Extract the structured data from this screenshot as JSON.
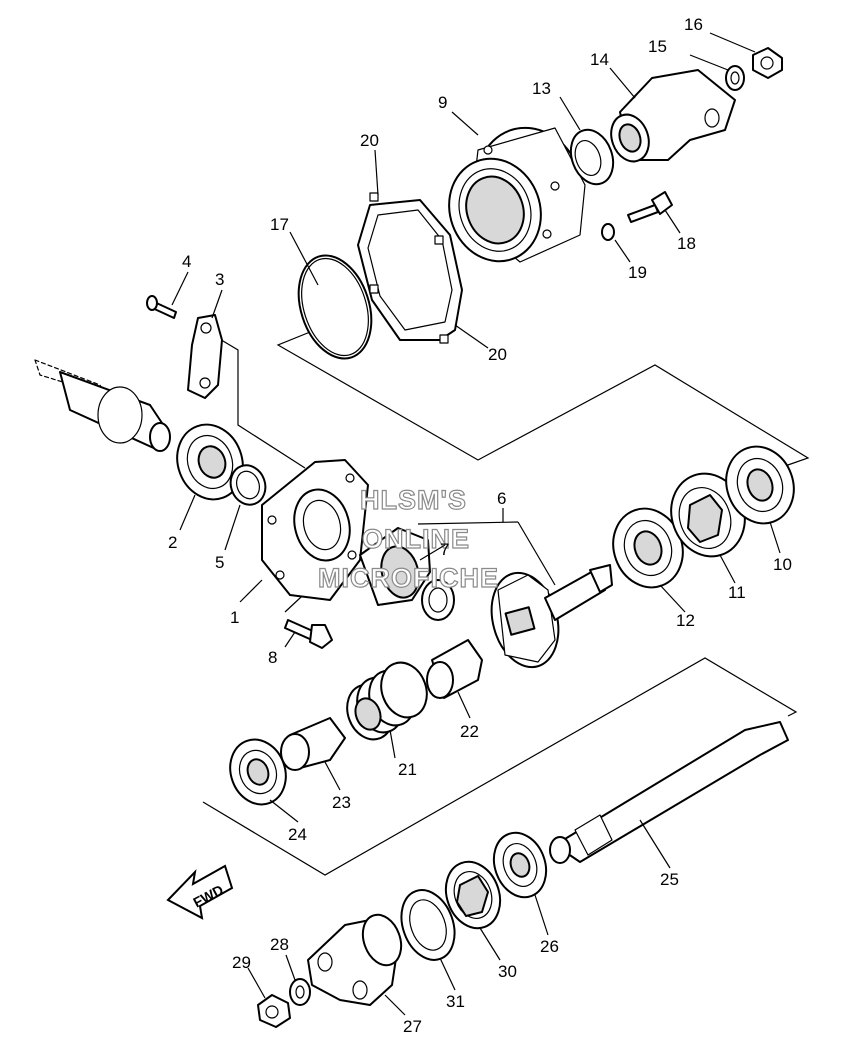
{
  "callouts": [
    "1",
    "2",
    "3",
    "4",
    "5",
    "6",
    "7",
    "8",
    "9",
    "10",
    "11",
    "12",
    "13",
    "14",
    "15",
    "16",
    "17",
    "18",
    "19",
    "20",
    "20",
    "21",
    "22",
    "23",
    "24",
    "25",
    "26",
    "27",
    "28",
    "29",
    "30",
    "31"
  ],
  "watermark": [
    "HLSM'S",
    "ONLINE",
    "MICROFICHE"
  ],
  "fwd_label": "FWD"
}
